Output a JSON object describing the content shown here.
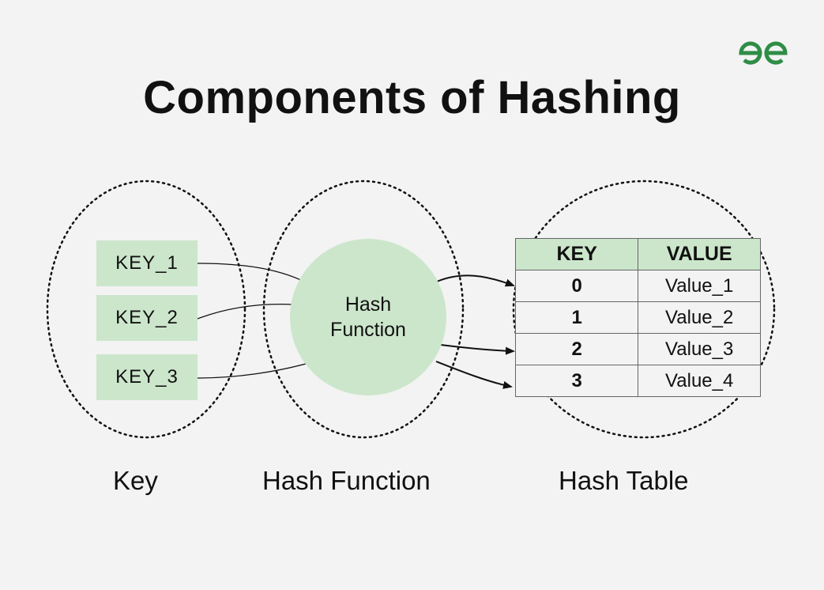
{
  "title": "Components of Hashing",
  "brand": {
    "logo_icon": "geeksforgeeks-logo-icon",
    "color": "#2f8d46"
  },
  "colors": {
    "node_fill": "#cce6cc",
    "background": "#f3f3f3",
    "text": "#111111"
  },
  "keys": [
    "KEY_1",
    "KEY_2",
    "KEY_3"
  ],
  "hash_function": {
    "line1": "Hash",
    "line2": "Function"
  },
  "hash_table": {
    "headers": [
      "KEY",
      "VALUE"
    ],
    "rows": [
      {
        "key": "0",
        "value": "Value_1"
      },
      {
        "key": "1",
        "value": "Value_2"
      },
      {
        "key": "2",
        "value": "Value_3"
      },
      {
        "key": "3",
        "value": "Value_4"
      }
    ]
  },
  "captions": {
    "key": "Key",
    "hash_function": "Hash Function",
    "hash_table": "Hash Table"
  }
}
